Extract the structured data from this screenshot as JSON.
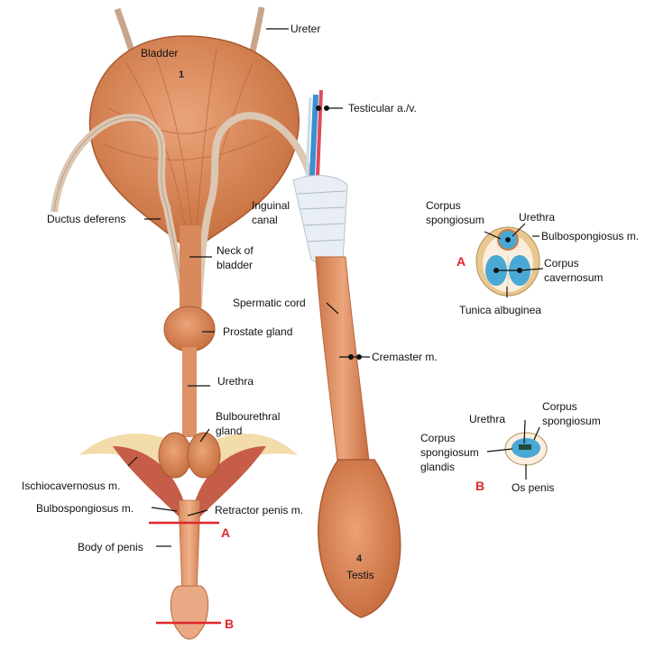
{
  "labels": {
    "ureter": "Ureter",
    "bladder": "Bladder",
    "bladder_num": "1",
    "testicular": "Testicular a./v.",
    "inguinal": "Inguinal canal",
    "ductus": "Ductus deferens",
    "neck": "Neck of bladder",
    "prostate": "Prostate gland",
    "urethra": "Urethra",
    "bulbourethral": "Bulbourethral gland",
    "ischio": "Ischiocavernosus m.",
    "bulbospong": "Bulbospongiosus m.",
    "retractor": "Retractor penis m.",
    "body": "Body of penis",
    "spermatic": "Spermatic cord",
    "cremaster": "Cremaster m.",
    "testis": "Testis",
    "testis_num": "4"
  },
  "section_a": {
    "letter": "A",
    "corpus_spong": "Corpus spongiosum",
    "urethra": "Urethra",
    "bulbospong": "Bulbospongiosus m.",
    "corpus_cav": "Corpus cavernosum",
    "tunica": "Tunica albuginea"
  },
  "section_b": {
    "letter": "B",
    "urethra": "Urethra",
    "corpus_spong": "Corpus spongiosum",
    "glandis": "Corpus spongiosum glandis",
    "os_penis": "Os penis"
  },
  "colors": {
    "muscle": "#d98a5c",
    "muscle_dark": "#b8653c",
    "cut_line": "#e0262a",
    "artery": "#e04a5a",
    "vein": "#3a8fd0"
  }
}
